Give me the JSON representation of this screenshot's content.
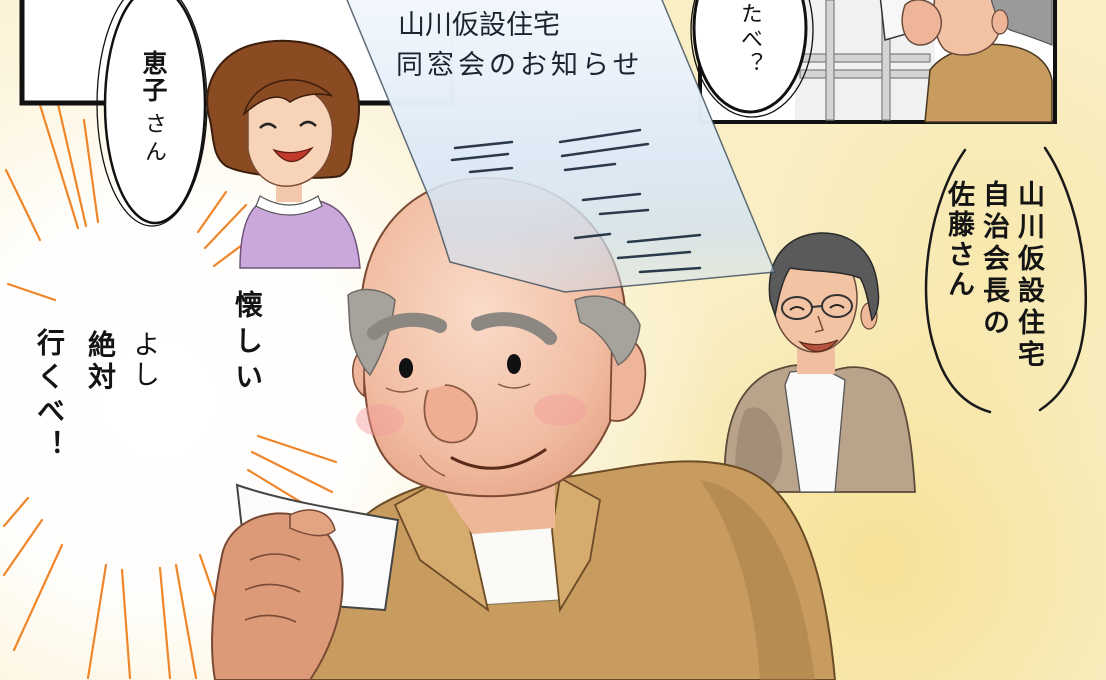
{
  "scene": {
    "notice": {
      "line1": "山川仮設住宅",
      "line2": "同窓会のお知らせ"
    },
    "top_right_bubble": {
      "text": "たべ？"
    },
    "keiko_bubble": {
      "name": "恵子",
      "honorific": "さん"
    },
    "sato_bubble": {
      "line1": "山川仮設住宅",
      "line2": "自治会長の",
      "line3": "佐藤さん"
    },
    "thought": {
      "text": "懐しい"
    },
    "shout": {
      "line1": "よし",
      "line2": "絶対",
      "line3": "行くべ！"
    }
  },
  "colors": {
    "burst_orange": "#f0862a",
    "shirt_brown": "#c89c5f",
    "sweater_lavender": "#cba8dc",
    "hair_brown": "#8a4b22",
    "ink": "#141414"
  }
}
